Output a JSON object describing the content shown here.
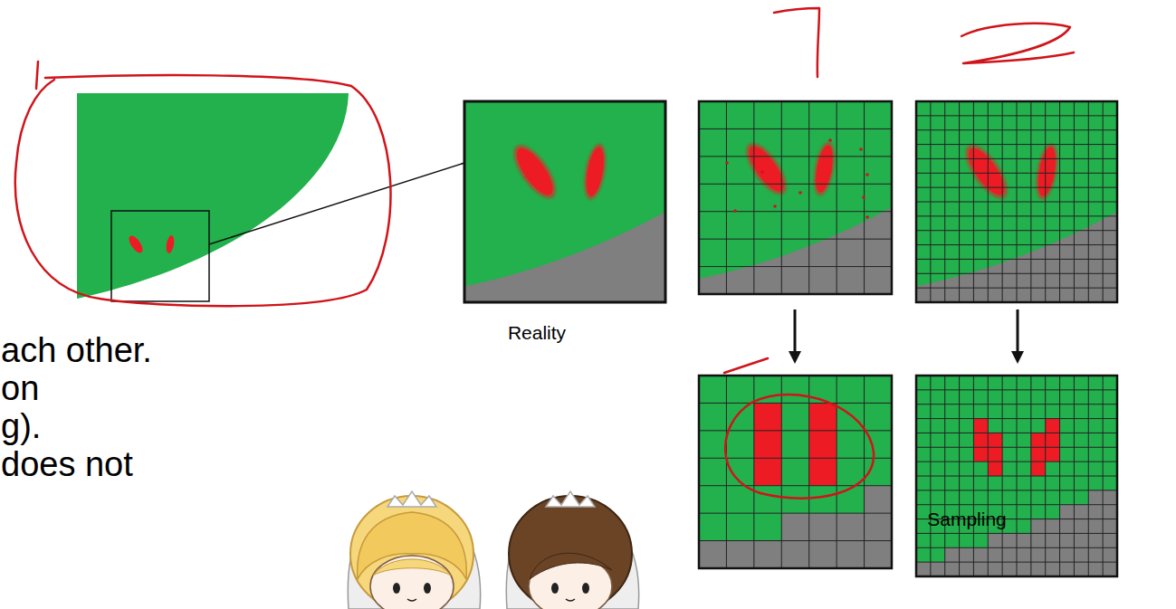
{
  "diagram": {
    "labels": [
      "Reality",
      "ach other.",
      "on",
      "g).",
      "does not",
      "Sampling"
    ]
  }
}
